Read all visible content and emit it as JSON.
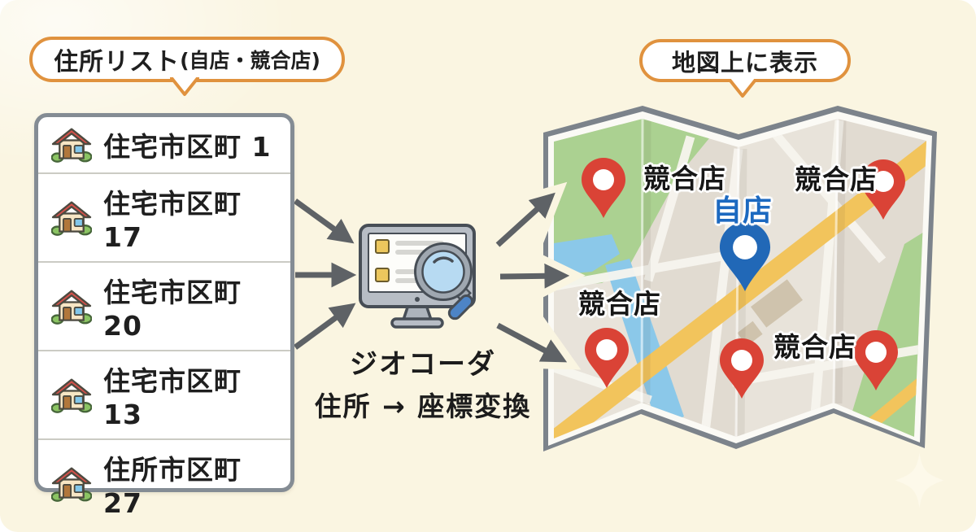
{
  "bubbles": {
    "address_list": {
      "title": "住所リスト",
      "subtitle": "(自店・競合店)"
    },
    "map_display": {
      "title": "地図上に表示"
    }
  },
  "address_list": {
    "items": [
      {
        "label": "住宅市区町 1"
      },
      {
        "label": "住宅市区町 17"
      },
      {
        "label": "住宅市区町 20"
      },
      {
        "label": "住宅市区町 13"
      },
      {
        "label": "住所市区町 27"
      }
    ]
  },
  "geocoder": {
    "title": "ジオコーダ",
    "subtitle": "住所 → 座標変換"
  },
  "map": {
    "own_store": {
      "label": "自店"
    },
    "competitors": [
      {
        "label": "競合店"
      },
      {
        "label": "競合店"
      },
      {
        "label": "競合店"
      },
      {
        "label": "競合店"
      }
    ],
    "pins": {
      "own_store_count": 1,
      "competitor_count": 5
    }
  },
  "icons": {
    "house": "house-icon",
    "geocoder": "monitor-with-magnifier-icon",
    "own_store_pin": "blue-map-pin-icon",
    "competitor_pin": "red-map-pin-icon",
    "decoration": "sparkle-icon"
  },
  "colors": {
    "background": "#FAF5E1",
    "bubble_border": "#E0923E",
    "list_border": "#848C94",
    "arrow": "#5E6266",
    "map_border": "#7C838B",
    "map_base": "#E8E3DA",
    "map_green": "#ABD191",
    "map_water": "#8BC8E9",
    "map_road": "#F2C45C",
    "pin_red": "#DA4336",
    "pin_blue": "#2168B7",
    "own_label_blue": "#1C69C0"
  }
}
